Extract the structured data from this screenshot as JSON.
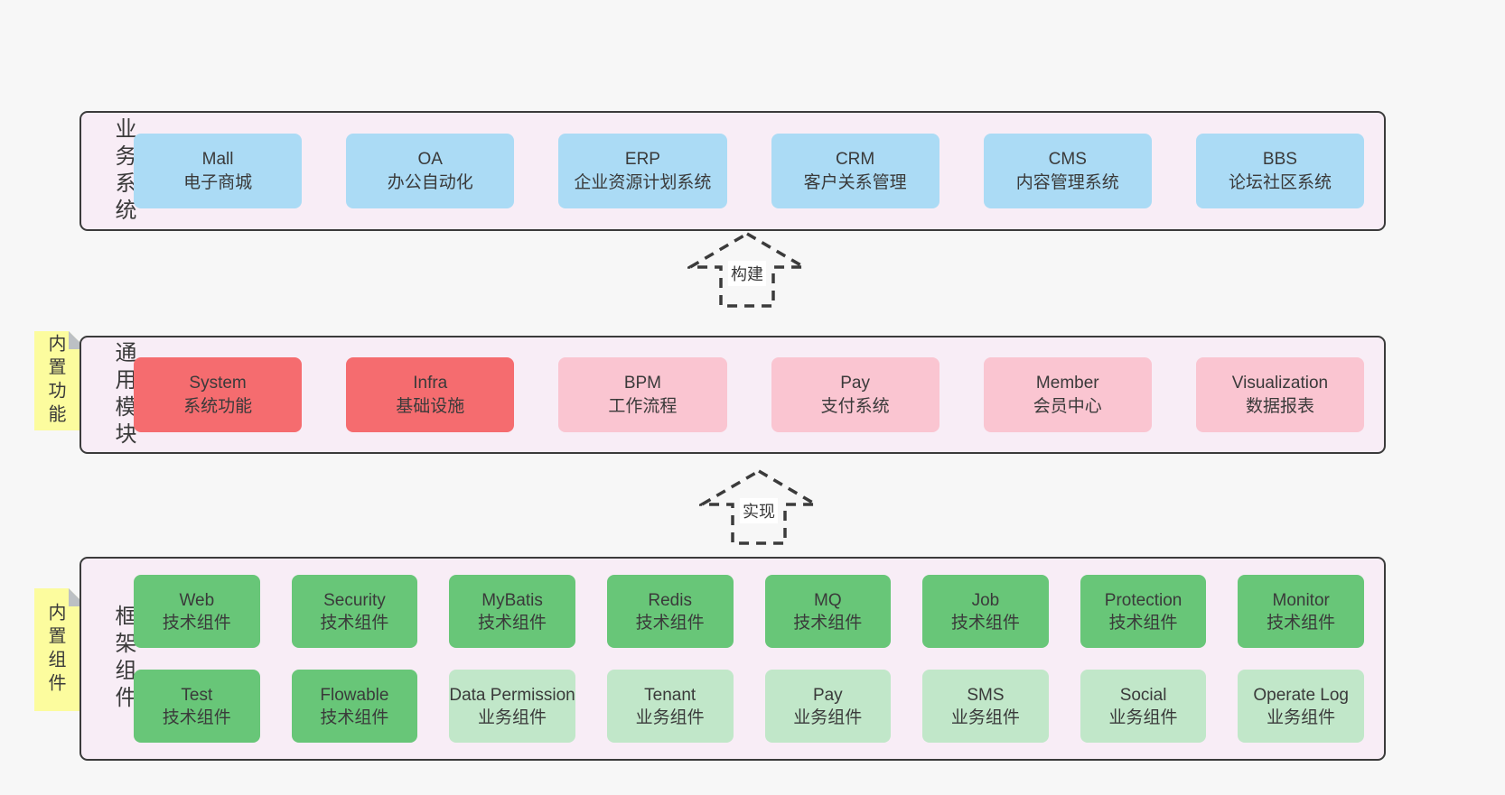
{
  "colors": {
    "page_bg": "#f7f7f7",
    "panel_bg": "#f8edf6",
    "panel_border": "#3b3b3b",
    "blue_box": "#abdbf5",
    "red_box": "#f56c6f",
    "pink_box": "#fac5d1",
    "green_box": "#68c678",
    "light_green_box": "#c1e7c9",
    "note_yellow": "#fcfc9e",
    "text": "#3a3a3a"
  },
  "arrows": [
    {
      "label": "构建"
    },
    {
      "label": "实现"
    }
  ],
  "sections": {
    "business": {
      "label": "业务系统",
      "boxes": [
        {
          "en": "Mall",
          "zh": "电子商城",
          "type": "blue"
        },
        {
          "en": "OA",
          "zh": "办公自动化",
          "type": "blue"
        },
        {
          "en": "ERP",
          "zh": "企业资源计划系统",
          "type": "blue"
        },
        {
          "en": "CRM",
          "zh": "客户关系管理",
          "type": "blue"
        },
        {
          "en": "CMS",
          "zh": "内容管理系统",
          "type": "blue"
        },
        {
          "en": "BBS",
          "zh": "论坛社区系统",
          "type": "blue"
        }
      ]
    },
    "modules": {
      "label": "通用模块",
      "note": "内置功能",
      "boxes": [
        {
          "en": "System",
          "zh": "系统功能",
          "type": "red"
        },
        {
          "en": "Infra",
          "zh": "基础设施",
          "type": "red"
        },
        {
          "en": "BPM",
          "zh": "工作流程",
          "type": "pink"
        },
        {
          "en": "Pay",
          "zh": "支付系统",
          "type": "pink"
        },
        {
          "en": "Member",
          "zh": "会员中心",
          "type": "pink"
        },
        {
          "en": "Visualization",
          "zh": "数据报表",
          "type": "pink"
        }
      ]
    },
    "framework": {
      "label": "框架组件",
      "note": "内置组件",
      "rows": [
        [
          {
            "en": "Web",
            "zh": "技术组件",
            "type": "green"
          },
          {
            "en": "Security",
            "zh": "技术组件",
            "type": "green"
          },
          {
            "en": "MyBatis",
            "zh": "技术组件",
            "type": "green"
          },
          {
            "en": "Redis",
            "zh": "技术组件",
            "type": "green"
          },
          {
            "en": "MQ",
            "zh": "技术组件",
            "type": "green"
          },
          {
            "en": "Job",
            "zh": "技术组件",
            "type": "green"
          },
          {
            "en": "Protection",
            "zh": "技术组件",
            "type": "green"
          },
          {
            "en": "Monitor",
            "zh": "技术组件",
            "type": "green"
          }
        ],
        [
          {
            "en": "Test",
            "zh": "技术组件",
            "type": "green"
          },
          {
            "en": "Flowable",
            "zh": "技术组件",
            "type": "green"
          },
          {
            "en": "Data Permission",
            "zh": "业务组件",
            "type": "lightgreen"
          },
          {
            "en": "Tenant",
            "zh": "业务组件",
            "type": "lightgreen"
          },
          {
            "en": "Pay",
            "zh": "业务组件",
            "type": "lightgreen"
          },
          {
            "en": "SMS",
            "zh": "业务组件",
            "type": "lightgreen"
          },
          {
            "en": "Social",
            "zh": "业务组件",
            "type": "lightgreen"
          },
          {
            "en": "Operate Log",
            "zh": "业务组件",
            "type": "lightgreen"
          }
        ]
      ]
    }
  }
}
